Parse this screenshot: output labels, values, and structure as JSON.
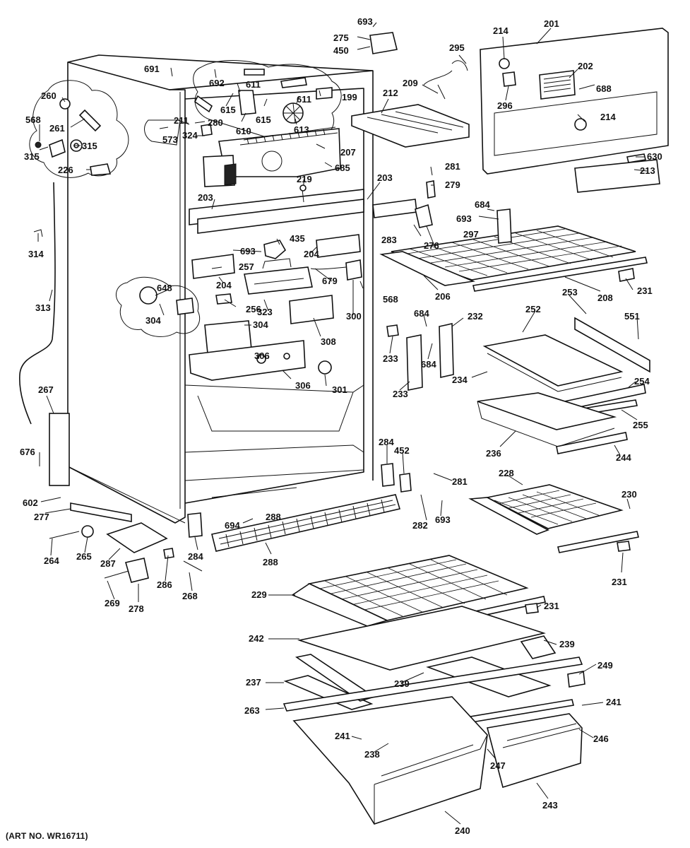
{
  "art_number": "(ART NO. WR16711)",
  "callouts": [
    {
      "id": "c1",
      "text": "693"
    },
    {
      "id": "c2",
      "text": "275"
    },
    {
      "id": "c3",
      "text": "450"
    },
    {
      "id": "c4",
      "text": "295"
    },
    {
      "id": "c5",
      "text": "214"
    },
    {
      "id": "c6",
      "text": "201"
    },
    {
      "id": "c7",
      "text": "202"
    },
    {
      "id": "c8",
      "text": "688"
    },
    {
      "id": "c9",
      "text": "296"
    },
    {
      "id": "c10",
      "text": "214"
    },
    {
      "id": "c11",
      "text": "630"
    },
    {
      "id": "c12",
      "text": "213"
    },
    {
      "id": "c13",
      "text": "260"
    },
    {
      "id": "c14",
      "text": "261"
    },
    {
      "id": "c15",
      "text": "568"
    },
    {
      "id": "c16",
      "text": "315"
    },
    {
      "id": "c17",
      "text": "315"
    },
    {
      "id": "c18",
      "text": "226"
    },
    {
      "id": "c19",
      "text": "691"
    },
    {
      "id": "c20",
      "text": "692"
    },
    {
      "id": "c21",
      "text": "611"
    },
    {
      "id": "c22",
      "text": "611"
    },
    {
      "id": "c23",
      "text": "199"
    },
    {
      "id": "c24",
      "text": "209"
    },
    {
      "id": "c25",
      "text": "212"
    },
    {
      "id": "c26",
      "text": "615"
    },
    {
      "id": "c27",
      "text": "615"
    },
    {
      "id": "c28",
      "text": "610"
    },
    {
      "id": "c29",
      "text": "613"
    },
    {
      "id": "c30",
      "text": "211"
    },
    {
      "id": "c31",
      "text": "280"
    },
    {
      "id": "c32",
      "text": "573"
    },
    {
      "id": "c33",
      "text": "324"
    },
    {
      "id": "c34",
      "text": "207"
    },
    {
      "id": "c35",
      "text": "685"
    },
    {
      "id": "c36",
      "text": "281"
    },
    {
      "id": "c37",
      "text": "279"
    },
    {
      "id": "c38",
      "text": "203"
    },
    {
      "id": "c39",
      "text": "219"
    },
    {
      "id": "c40",
      "text": "203"
    },
    {
      "id": "c41",
      "text": "684"
    },
    {
      "id": "c42",
      "text": "693"
    },
    {
      "id": "c43",
      "text": "297"
    },
    {
      "id": "c44",
      "text": "283"
    },
    {
      "id": "c45",
      "text": "276"
    },
    {
      "id": "c46",
      "text": "314"
    },
    {
      "id": "c47",
      "text": "435"
    },
    {
      "id": "c48",
      "text": "693"
    },
    {
      "id": "c49",
      "text": "204"
    },
    {
      "id": "c50",
      "text": "257"
    },
    {
      "id": "c51",
      "text": "206"
    },
    {
      "id": "c52",
      "text": "208"
    },
    {
      "id": "c53",
      "text": "231"
    },
    {
      "id": "c54",
      "text": "648"
    },
    {
      "id": "c55",
      "text": "204"
    },
    {
      "id": "c56",
      "text": "679"
    },
    {
      "id": "c57",
      "text": "568"
    },
    {
      "id": "c58",
      "text": "313"
    },
    {
      "id": "c59",
      "text": "256"
    },
    {
      "id": "c60",
      "text": "323"
    },
    {
      "id": "c61",
      "text": "300"
    },
    {
      "id": "c62",
      "text": "304"
    },
    {
      "id": "c63",
      "text": "304"
    },
    {
      "id": "c64",
      "text": "308"
    },
    {
      "id": "c65",
      "text": "684"
    },
    {
      "id": "c66",
      "text": "232"
    },
    {
      "id": "c67",
      "text": "253"
    },
    {
      "id": "c68",
      "text": "252"
    },
    {
      "id": "c69",
      "text": "551"
    },
    {
      "id": "c70",
      "text": "233"
    },
    {
      "id": "c71",
      "text": "684"
    },
    {
      "id": "c72",
      "text": "306"
    },
    {
      "id": "c73",
      "text": "306"
    },
    {
      "id": "c74",
      "text": "301"
    },
    {
      "id": "c75",
      "text": "233"
    },
    {
      "id": "c76",
      "text": "234"
    },
    {
      "id": "c77",
      "text": "254"
    },
    {
      "id": "c78",
      "text": "267"
    },
    {
      "id": "c79",
      "text": "255"
    },
    {
      "id": "c80",
      "text": "236"
    },
    {
      "id": "c81",
      "text": "244"
    },
    {
      "id": "c82",
      "text": "284"
    },
    {
      "id": "c83",
      "text": "452"
    },
    {
      "id": "c84",
      "text": "676"
    },
    {
      "id": "c85",
      "text": "281"
    },
    {
      "id": "c86",
      "text": "228"
    },
    {
      "id": "c87",
      "text": "230"
    },
    {
      "id": "c88",
      "text": "602"
    },
    {
      "id": "c89",
      "text": "277"
    },
    {
      "id": "c90",
      "text": "288"
    },
    {
      "id": "c91",
      "text": "694"
    },
    {
      "id": "c92",
      "text": "282"
    },
    {
      "id": "c93",
      "text": "693"
    },
    {
      "id": "c94",
      "text": "264"
    },
    {
      "id": "c95",
      "text": "265"
    },
    {
      "id": "c96",
      "text": "287"
    },
    {
      "id": "c97",
      "text": "284"
    },
    {
      "id": "c98",
      "text": "288"
    },
    {
      "id": "c99",
      "text": "231"
    },
    {
      "id": "c100",
      "text": "286"
    },
    {
      "id": "c101",
      "text": "269"
    },
    {
      "id": "c102",
      "text": "268"
    },
    {
      "id": "c103",
      "text": "278"
    },
    {
      "id": "c104",
      "text": "229"
    },
    {
      "id": "c105",
      "text": "231"
    },
    {
      "id": "c106",
      "text": "242"
    },
    {
      "id": "c107",
      "text": "239"
    },
    {
      "id": "c108",
      "text": "249"
    },
    {
      "id": "c109",
      "text": "237"
    },
    {
      "id": "c110",
      "text": "239"
    },
    {
      "id": "c111",
      "text": "263"
    },
    {
      "id": "c112",
      "text": "241"
    },
    {
      "id": "c113",
      "text": "241"
    },
    {
      "id": "c114",
      "text": "246"
    },
    {
      "id": "c115",
      "text": "238"
    },
    {
      "id": "c116",
      "text": "247"
    },
    {
      "id": "c117",
      "text": "243"
    },
    {
      "id": "c118",
      "text": "240"
    }
  ]
}
